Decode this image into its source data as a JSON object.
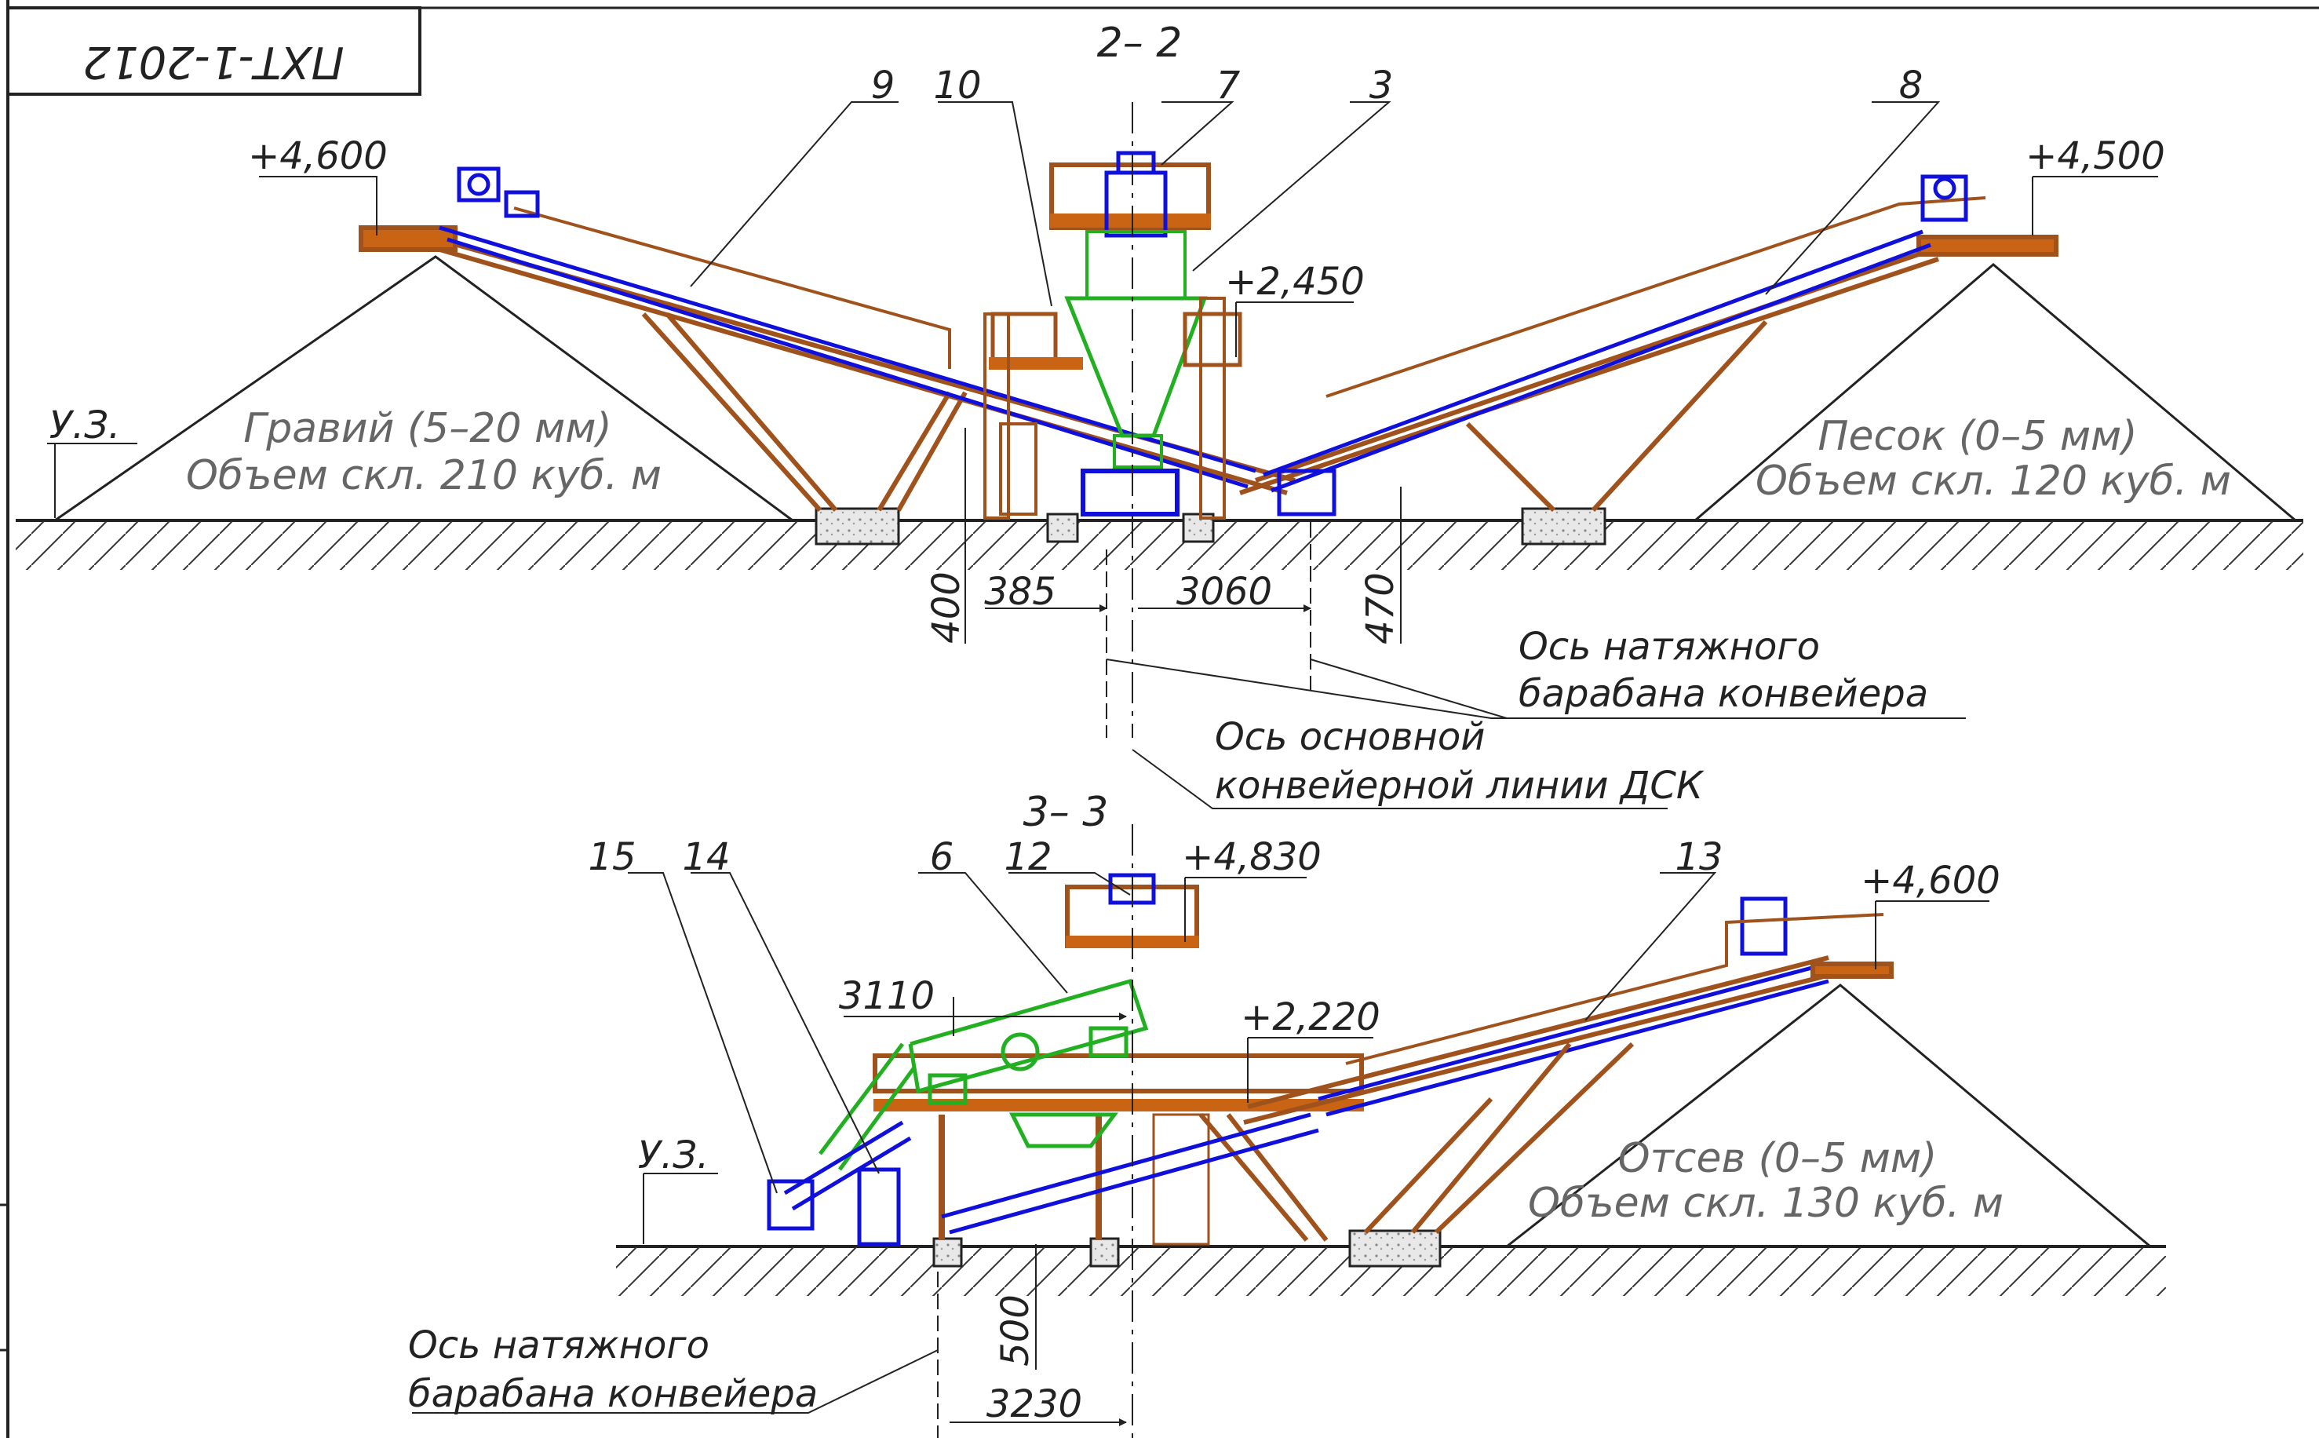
{
  "stamp": "ПХТ-1-2012",
  "colors": {
    "frame": "#a0521c",
    "frame_fill": "#c86414",
    "conveyor": "#1010dd",
    "equipment": "#22b022",
    "ground": "#333333",
    "concrete": "#dddddd"
  },
  "section_22": {
    "title": "2– 2",
    "callouts": [
      "9",
      "10",
      "7",
      "3",
      "8"
    ],
    "elevations": [
      "+4,600",
      "+2,450",
      "+4,500"
    ],
    "ground_mark": "У.З.",
    "pile_left": {
      "line1": "Гравий (5–20 мм)",
      "line2": "Объем скл. 210 куб. м"
    },
    "pile_right": {
      "line1": "Песок (0–5 мм)",
      "line2": "Объем скл. 120 куб. м"
    },
    "dims": {
      "d400": "400",
      "d385": "385",
      "d3060": "3060",
      "d470": "470"
    },
    "note_tension": {
      "line1": "Ось натяжного",
      "line2": "барабана конвейера"
    },
    "note_main": {
      "line1": "Ось основной",
      "line2": "конвейерной линии ДСК"
    }
  },
  "section_33": {
    "title": "3– 3",
    "callouts": [
      "15",
      "14",
      "6",
      "12",
      "13"
    ],
    "elevations": [
      "+4,830",
      "+2,220",
      "+4,600"
    ],
    "ground_mark": "У.З.",
    "pile": {
      "line1": "Отсев (0–5 мм)",
      "line2": "Объем скл. 130 куб. м"
    },
    "dims": {
      "d3110": "3110",
      "d500": "500",
      "d3230": "3230"
    },
    "note_tension": {
      "line1": "Ось натяжного",
      "line2": "барабана конвейера"
    }
  }
}
